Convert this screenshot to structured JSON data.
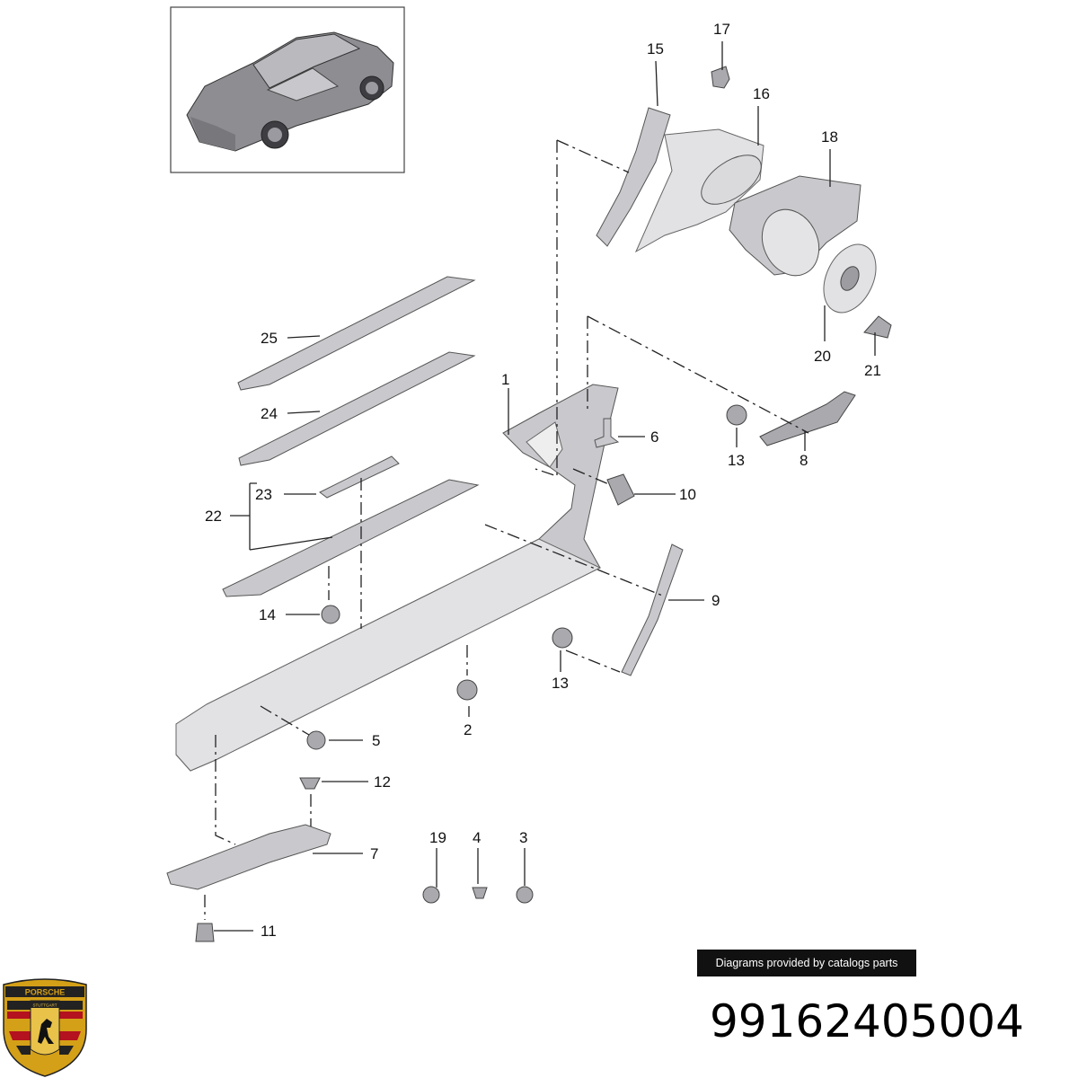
{
  "callouts": [
    {
      "label": "1"
    },
    {
      "label": "2"
    },
    {
      "label": "3"
    },
    {
      "label": "4"
    },
    {
      "label": "5"
    },
    {
      "label": "6"
    },
    {
      "label": "7"
    },
    {
      "label": "8"
    },
    {
      "label": "9"
    },
    {
      "label": "10"
    },
    {
      "label": "11"
    },
    {
      "label": "12"
    },
    {
      "label": "13"
    },
    {
      "label": "13"
    },
    {
      "label": "14"
    },
    {
      "label": "15"
    },
    {
      "label": "16"
    },
    {
      "label": "17"
    },
    {
      "label": "18"
    },
    {
      "label": "19"
    },
    {
      "label": "20"
    },
    {
      "label": "21"
    },
    {
      "label": "22"
    },
    {
      "label": "23"
    },
    {
      "label": "24"
    },
    {
      "label": "25"
    }
  ],
  "caption": "Diagrams provided by catalogs parts",
  "part_number": "99162405004",
  "logo": {
    "brand_text": "PORSCHE",
    "city_text": "STUTTGART"
  },
  "colors": {
    "part_gray": "#c9c9cd",
    "caption_bg": "#111111",
    "logo_gold": "#d4a017",
    "logo_red": "#b3121e"
  }
}
